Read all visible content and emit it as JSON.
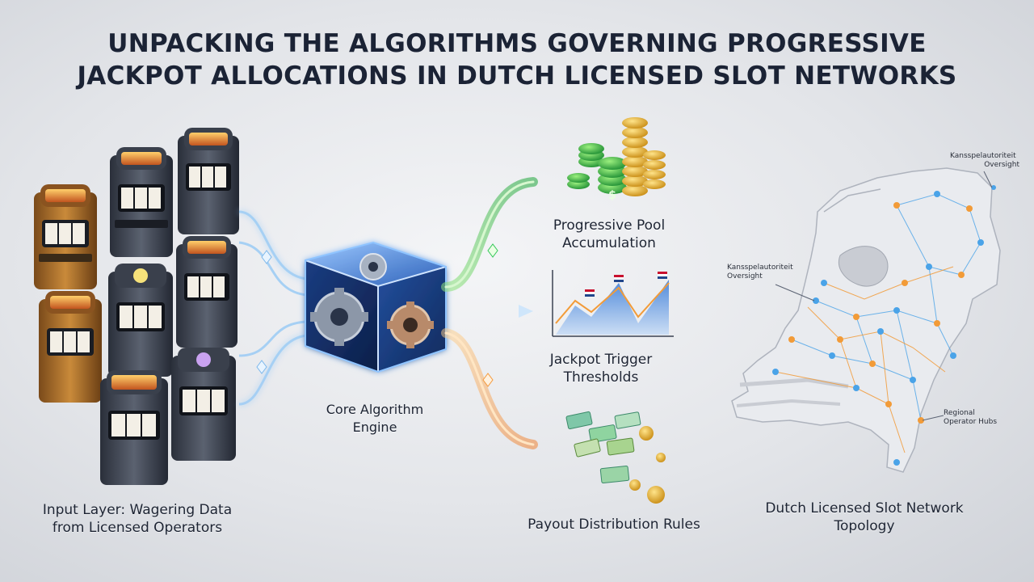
{
  "title": {
    "line1": "UNPACKING THE ALGORITHMS GOVERNING PROGRESSIVE",
    "line2": "JACKPOT ALLOCATIONS IN DUTCH LICENSED SLOT NETWORKS"
  },
  "labels": {
    "input_line1": "Input Layer: Wagering Data",
    "input_line2": "from Licensed Operators",
    "engine_line1": "Core Algorithm",
    "engine_line2": "Engine",
    "pool_line1": "Progressive Pool",
    "pool_line2": "Accumulation",
    "trigger_line1": "Jackpot Trigger",
    "trigger_line2": "Thresholds",
    "payout": "Payout Distribution Rules",
    "topology_line1": "Dutch Licensed Slot Network",
    "topology_line2": "Topology"
  },
  "map_annotations": {
    "top_right_line1": "Kansspelautoriteit",
    "top_right_line2": "Oversight",
    "mid_left_line1": "Kansspelautoriteit",
    "mid_left_line2": "Oversight",
    "hubs_line1": "Regional",
    "hubs_line2": "Operator Hubs"
  },
  "colors": {
    "green_flow": "#34c759",
    "orange_flow": "#f59a3c",
    "blue_flow": "#5aa9f0",
    "cube_blue": "#2d6fd6",
    "map_orange": "#f29b38",
    "map_blue": "#4aa3e8"
  }
}
